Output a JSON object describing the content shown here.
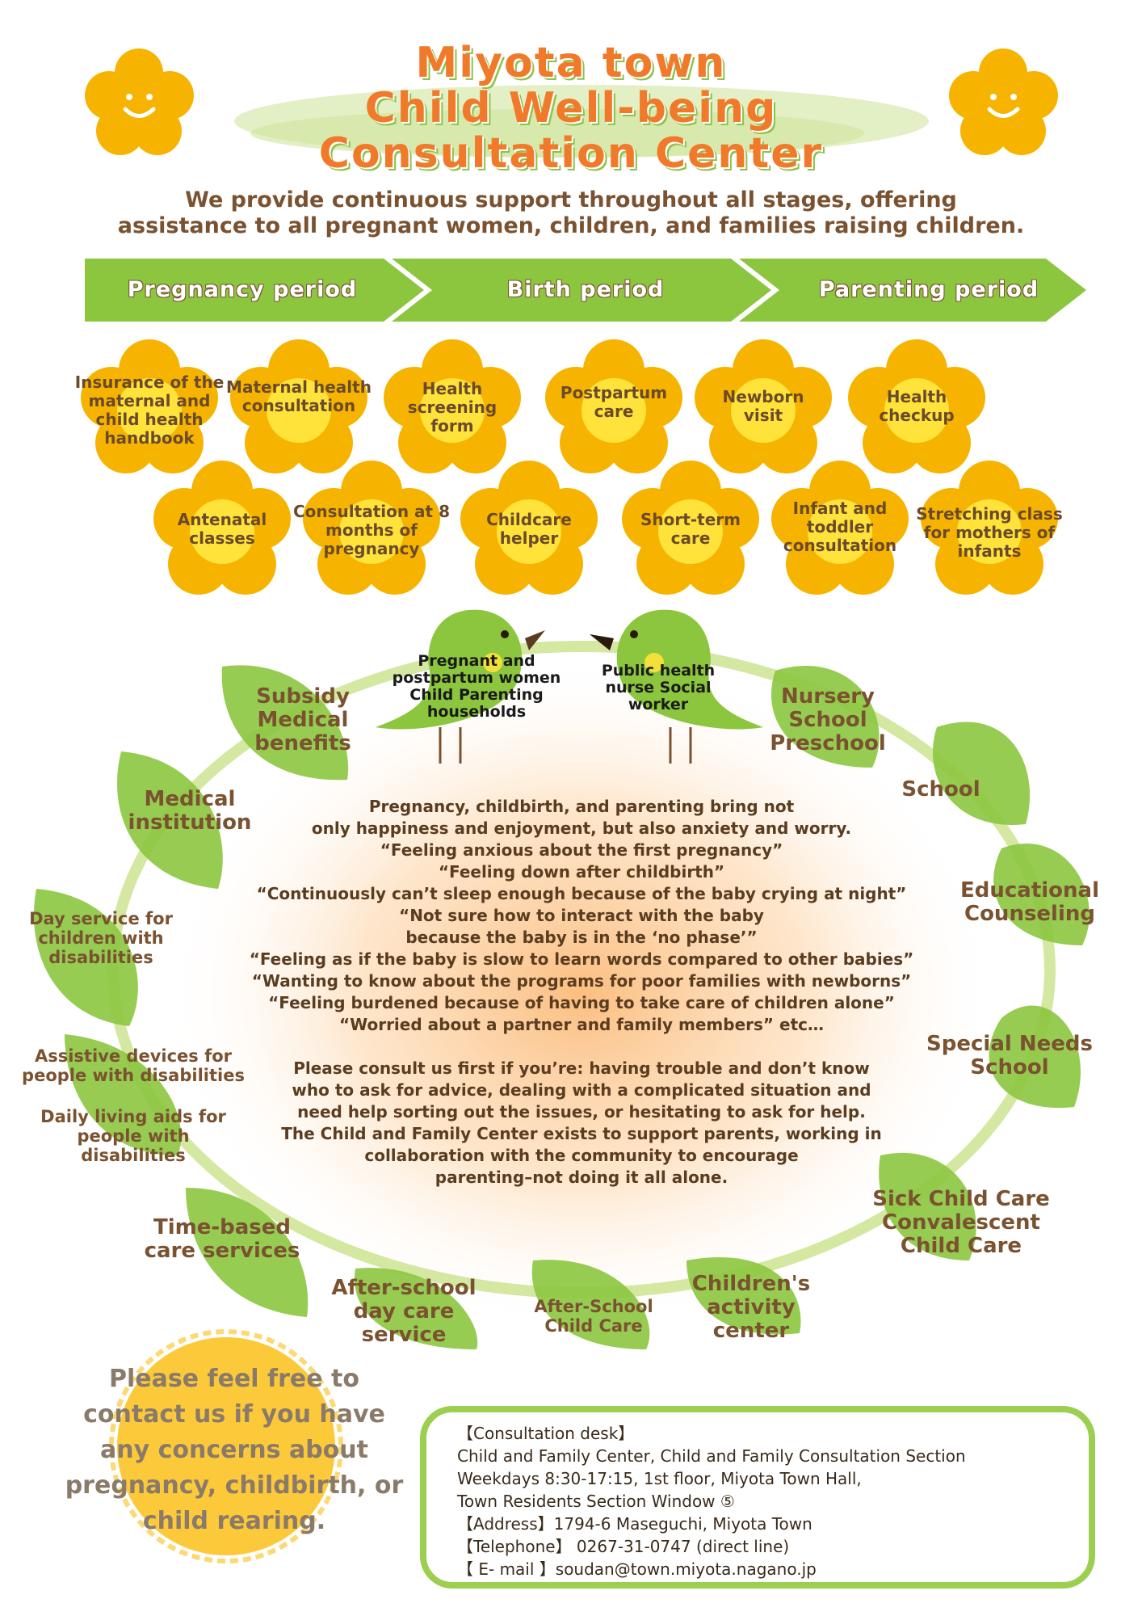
{
  "title": {
    "line1": "Miyota town",
    "line2": "Child Well-being",
    "line3": "Consultation Center"
  },
  "subtitle": {
    "line1": "We provide continuous support throughout all stages, offering",
    "line2": "assistance to all pregnant women, children, and families raising children."
  },
  "stages": [
    "Pregnancy period",
    "Birth period",
    "Parenting period"
  ],
  "services_row1": [
    "Insurance of the maternal and child health handbook",
    "Maternal health consultation",
    "Health screening form",
    "Postpartum care",
    "Newborn visit",
    "Health checkup"
  ],
  "services_row2": [
    "Antenatal classes",
    "Consultation at 8 months of pregnancy",
    "Childcare helper",
    "Short-term care",
    "Infant and toddler consultation",
    "Stretching class for mothers of infants"
  ],
  "birds": {
    "left": "Pregnant and postpartum women Child Parenting households",
    "right": "Public health nurse Social worker"
  },
  "circle_items": {
    "subsidy": "Subsidy Medical benefits",
    "medical": "Medical institution",
    "day_service": "Day service for children with disabilities",
    "assistive": "Assistive devices for people with disabilities",
    "daily_living": "Daily living aids for people with disabilities",
    "time_based": "Time-based care services",
    "after_school_day": "After-school day care service",
    "after_school_child": "After-School Child Care",
    "activity_center": "Children's activity center",
    "sick_child": "Sick Child Care Convalescent Child Care",
    "special_needs": "Special Needs School",
    "educational": "Educational Counseling",
    "school": "School",
    "nursery": "Nursery School Preschool"
  },
  "center_text": {
    "concerns": [
      "Pregnancy, childbirth, and parenting bring not",
      "only happiness and enjoyment, but also anxiety and worry.",
      "“Feeling anxious about the first pregnancy”",
      "“Feeling down after childbirth”",
      "“Continuously can’t sleep enough because of the baby crying at night”",
      "“Not sure how to interact with the baby",
      "because the baby is in the ‘no phase’”",
      "“Feeling as if the baby is slow to learn words compared to other babies”",
      "“Wanting to know about the programs for poor families with newborns”",
      "“Feeling burdened because of having to take care of children alone”",
      "“Worried about a partner and family members” etc…"
    ],
    "consult": [
      "Please consult us first if you’re: having trouble and don’t know",
      "who to ask for advice, dealing with a complicated situation and",
      "need help sorting out the issues, or hesitating to ask for help.",
      "The Child and Family Center exists to support parents, working in",
      "collaboration with the community to encourage",
      "parenting–not  doing it all alone."
    ]
  },
  "feel_free": "Please feel free to contact us if you have any concerns about pregnancy, childbirth, or child rearing.",
  "contact": {
    "line1": "【Consultation desk】",
    "line2": "Child and Family Center, Child and Family Consultation Section",
    "line3": "Weekdays 8:30-17:15, 1st floor, Miyota Town Hall,",
    "line4": "Town Residents Section Window ⑤",
    "line5": "【Address】1794-6 Maseguchi, Miyota Town",
    "line6": "【Telephone】 0267-31-0747 (direct line)",
    "line7": "【 E- mail 】soudan@town.miyota.nagano.jp"
  },
  "colors": {
    "title_orange": "#f07a2a",
    "leaf_green": "#8cc63f",
    "flower_orange": "#f6b400",
    "flower_center": "#ffe23a",
    "text_brown": "#7a5230"
  }
}
